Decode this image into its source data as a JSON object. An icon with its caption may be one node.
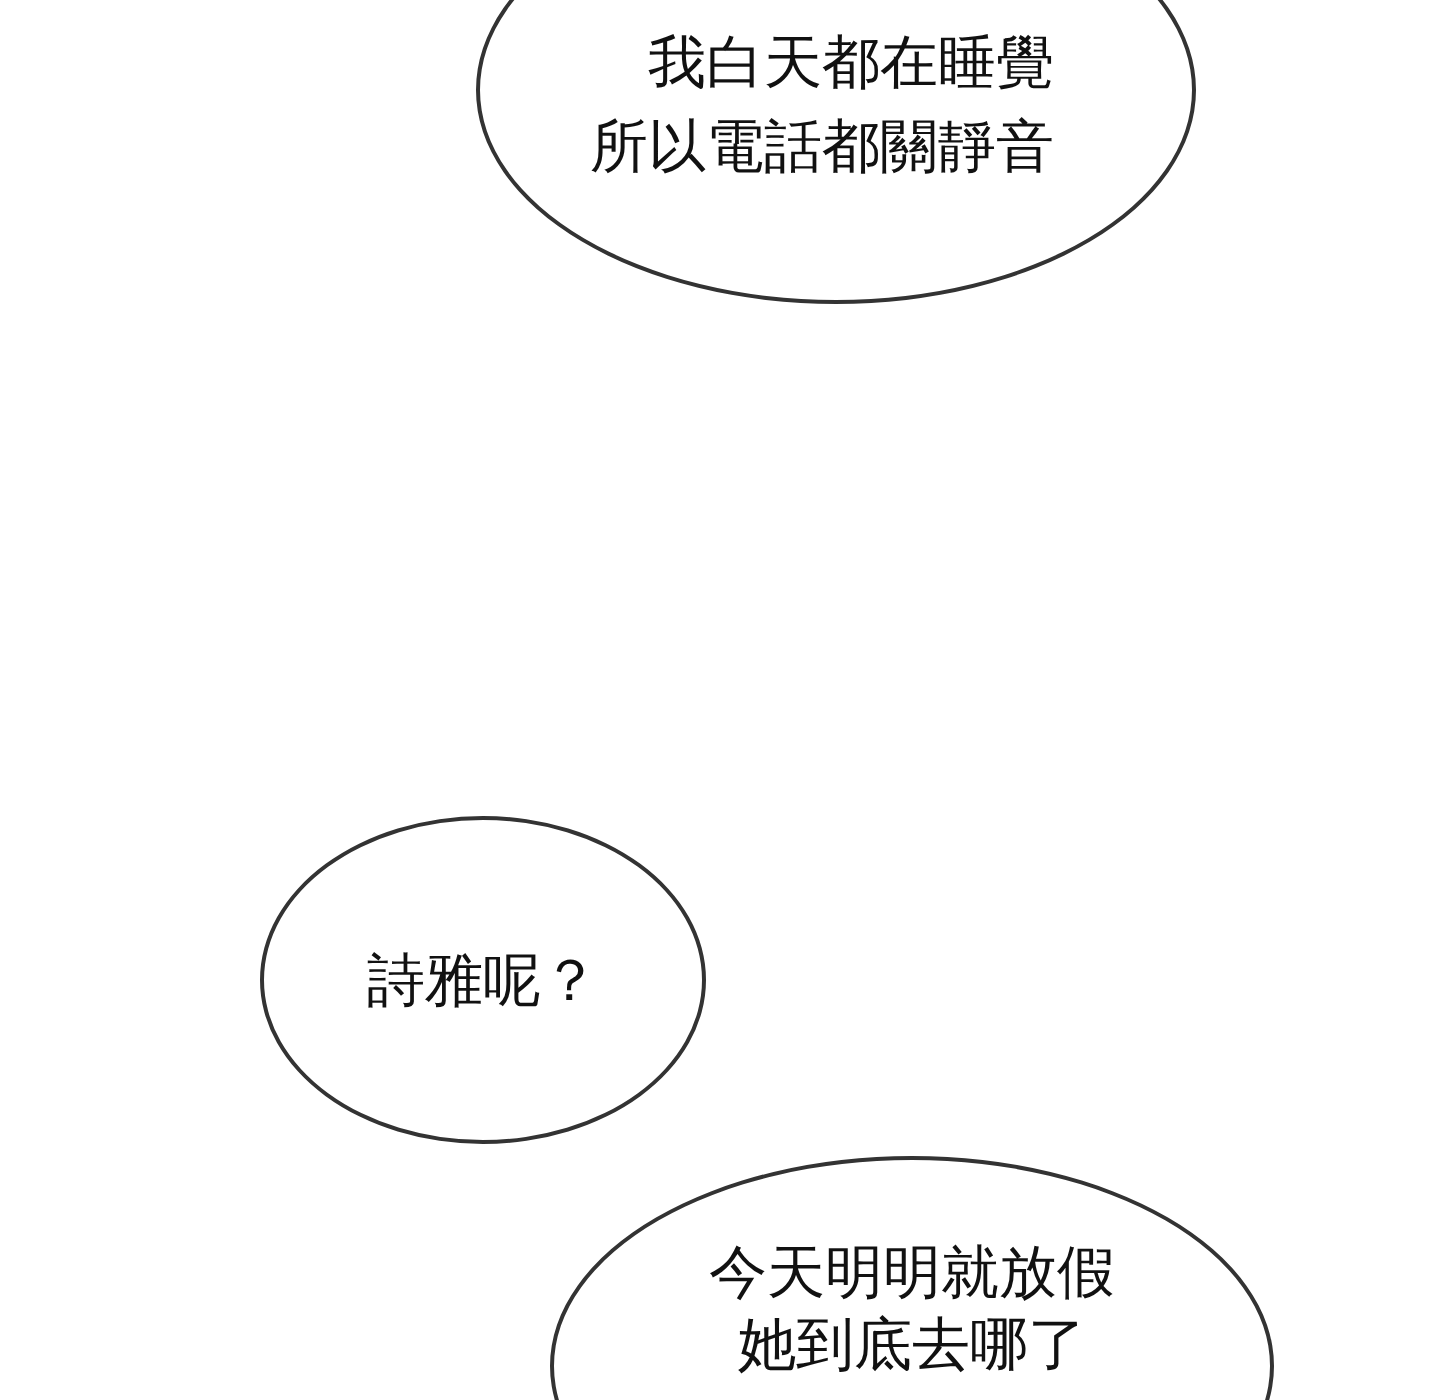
{
  "diagram": {
    "nodes": [
      {
        "text": [
          "我白天都在睡覺所以電話都關靜音"
        ]
      },
      {
        "text": [
          "詩雅呢？"
        ]
      },
      {
        "text": [
          "今天明明就放假她到底去哪了"
        ]
      }
    ]
  }
}
